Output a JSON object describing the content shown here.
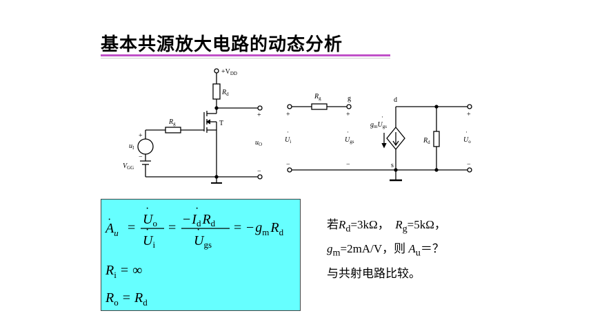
{
  "slide": {
    "title": "基本共源放大电路的动态分析"
  },
  "left_circuit": {
    "supply_label": "+V",
    "supply_sub": "DD",
    "rd_label": "R",
    "rd_sub": "d",
    "rg_label": "R",
    "rg_sub": "g",
    "transistor_label": "T",
    "input_label": "u",
    "input_sub": "I",
    "gate_supply_label": "V",
    "gate_supply_sub": "GG",
    "output_label": "u",
    "output_sub": "O",
    "plus": "+",
    "minus": "−"
  },
  "equiv_circuit": {
    "rg_label": "R",
    "rg_sub": "g",
    "gate_node": "g",
    "drain_node": "d",
    "source_node": "s",
    "vi_label": "U",
    "vi_sub": "i",
    "vgs_label": "U",
    "vgs_sub": "gs",
    "gm_label": "g",
    "gm_sub": "m",
    "rd_label": "R",
    "rd_sub": "d",
    "vo_label": "U",
    "vo_sub": "o",
    "plus": "+",
    "minus": "−"
  },
  "formulas": {
    "gain_lhs": "A",
    "gain_lhs_sub": "u",
    "eq": "=",
    "frac1_num": "U",
    "frac1_num_sub": "o",
    "frac1_den": "U",
    "frac1_den_sub": "i",
    "frac2_num_minus": "−",
    "frac2_num_i": "I",
    "frac2_num_i_sub": "d",
    "frac2_num_r": "R",
    "frac2_num_r_sub": "d",
    "frac2_den": "U",
    "frac2_den_sub": "gs",
    "rhs_minus": "−",
    "rhs_g": "g",
    "rhs_g_sub": "m",
    "rhs_r": "R",
    "rhs_r_sub": "d",
    "ri_lhs": "R",
    "ri_sub": "i",
    "ri_rhs": "∞",
    "ro_lhs": "R",
    "ro_sub": "o",
    "ro_rhs": "R",
    "ro_rhs_sub": "d"
  },
  "note": {
    "line1_prefix": "若",
    "line1_rd": "R",
    "line1_rd_sub": "d",
    "line1_rd_val": "=3kΩ，",
    "line1_rg": "R",
    "line1_rg_sub": "g",
    "line1_rg_val": "=5kΩ，",
    "line2_gm": "g",
    "line2_gm_sub": "m",
    "line2_gm_val": "=2mA/V，则",
    "line2_a": "A",
    "line2_a_sub": "u",
    "line2_q": "＝？",
    "line3": "与共射电路比较。"
  }
}
